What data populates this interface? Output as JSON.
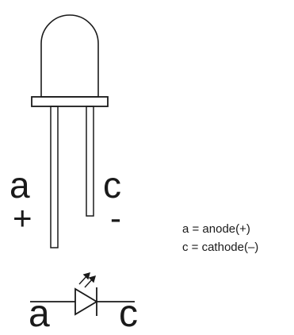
{
  "led": {
    "anode_letter": "a",
    "cathode_letter": "c",
    "anode_sign": "+",
    "cathode_sign": "-"
  },
  "symbol": {
    "anode_letter": "a",
    "cathode_letter": "c"
  },
  "legend": {
    "anode_line": "a = anode(+)",
    "cathode_line": "c = cathode(–)"
  },
  "colors": {
    "stroke": "#1a1a1a",
    "background": "#ffffff"
  }
}
